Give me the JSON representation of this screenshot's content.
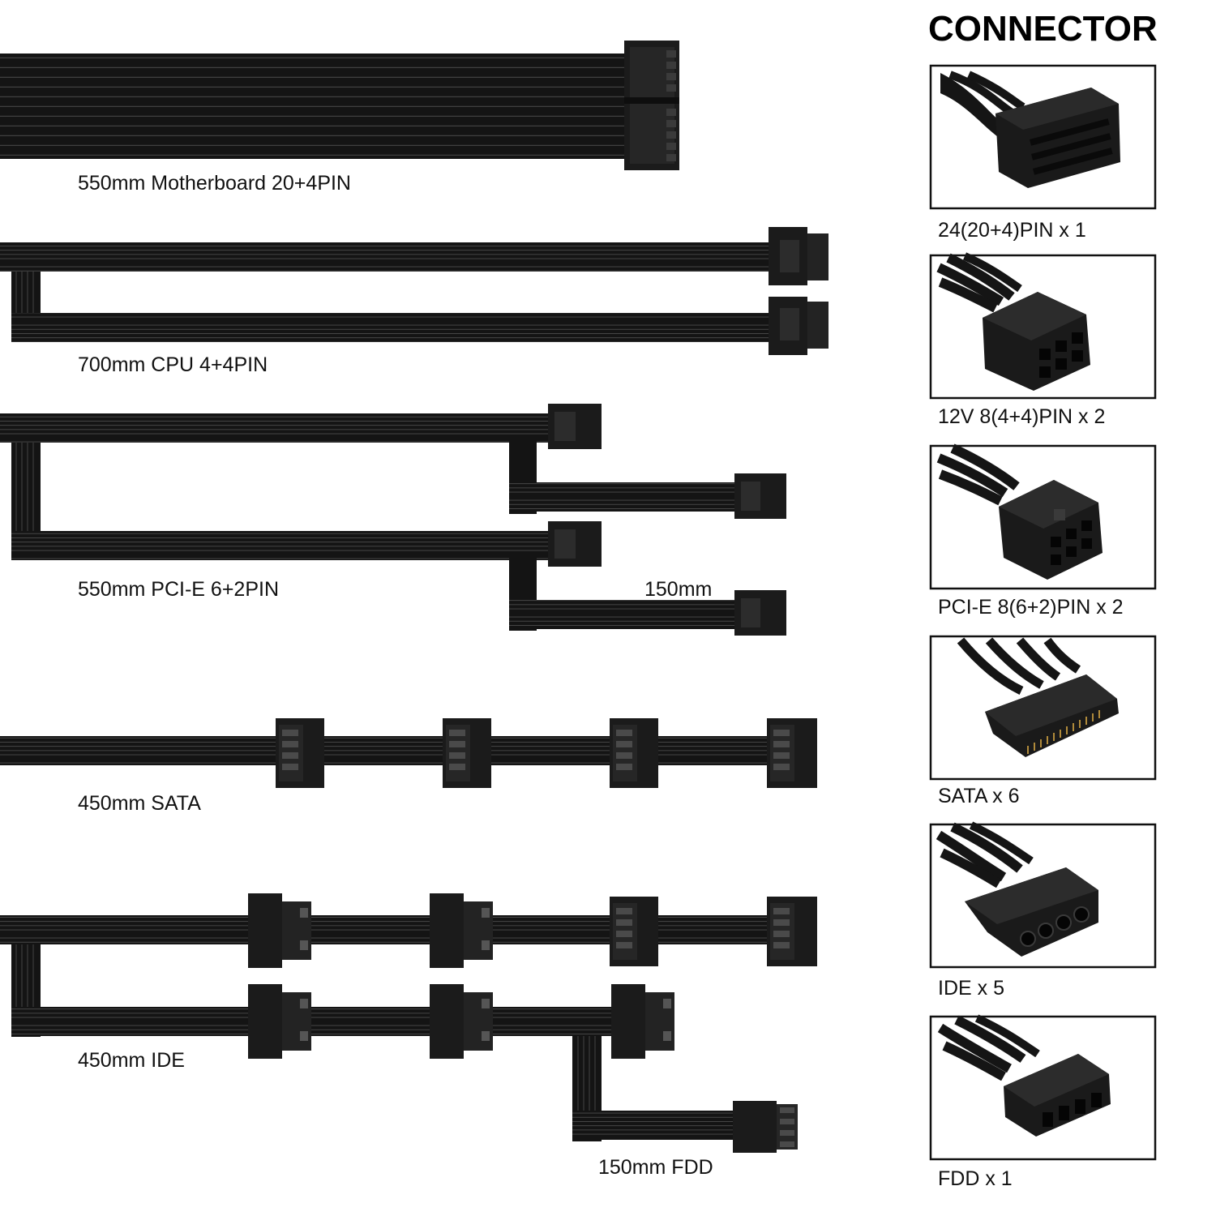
{
  "cables": {
    "motherboard": {
      "label": "550mm  Motherboard 20+4PIN"
    },
    "cpu": {
      "label": "700mm  CPU 4+4PIN"
    },
    "pcie": {
      "label": "550mm  PCI-E 6+2PIN",
      "branch_label": "150mm"
    },
    "sata": {
      "label": "450mm  SATA"
    },
    "ide": {
      "label": "450mm IDE",
      "fdd_label": "150mm FDD"
    }
  },
  "connector_panel": {
    "title": "CONNECTOR",
    "items": [
      {
        "icon": "atx-24pin-connector-icon",
        "caption": "24(20+4)PIN x 1"
      },
      {
        "icon": "eps-8pin-connector-icon",
        "caption": "12V 8(4+4)PIN x 2"
      },
      {
        "icon": "pcie-8pin-connector-icon",
        "caption": "PCI-E 8(6+2)PIN x 2"
      },
      {
        "icon": "sata-connector-icon",
        "caption": "SATA x 6"
      },
      {
        "icon": "molex-ide-connector-icon",
        "caption": "IDE x 5"
      },
      {
        "icon": "fdd-connector-icon",
        "caption": "FDD x 1"
      }
    ]
  },
  "colors": {
    "cable": "#151515",
    "connector": "#1c1c1c",
    "background": "#ffffff"
  }
}
